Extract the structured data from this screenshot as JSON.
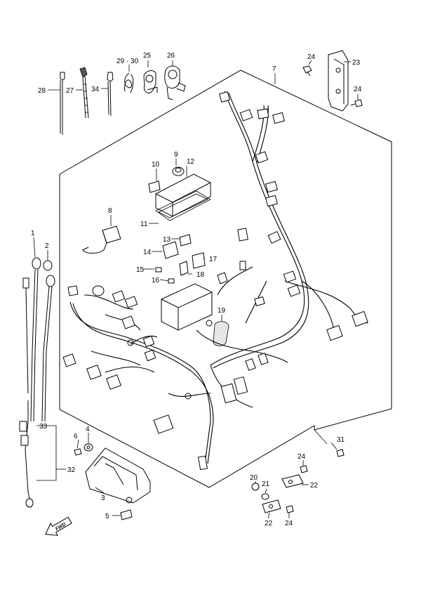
{
  "callouts": {
    "c1": "1",
    "c2": "2",
    "c3": "3",
    "c4": "4",
    "c5": "5",
    "c6": "6",
    "c7": "7",
    "c8": "8",
    "c9": "9",
    "c10": "10",
    "c11": "11",
    "c12": "12",
    "c13": "13",
    "c14": "14",
    "c15": "15",
    "c16": "16",
    "c17": "17",
    "c18": "18",
    "c19": "19",
    "c20": "20",
    "c21": "21",
    "c22a": "22",
    "c22b": "22",
    "c23": "23",
    "c24a": "24",
    "c24b": "24",
    "c24c": "24",
    "c24d": "24",
    "c25": "25",
    "c26": "26",
    "c27": "27",
    "c28": "28",
    "c2930": "29 · 30",
    "c31": "31",
    "c32": "32",
    "c33": "33",
    "c34": "34"
  },
  "fwd": {
    "label": "FWD",
    "icon": "forward-arrow-icon"
  }
}
